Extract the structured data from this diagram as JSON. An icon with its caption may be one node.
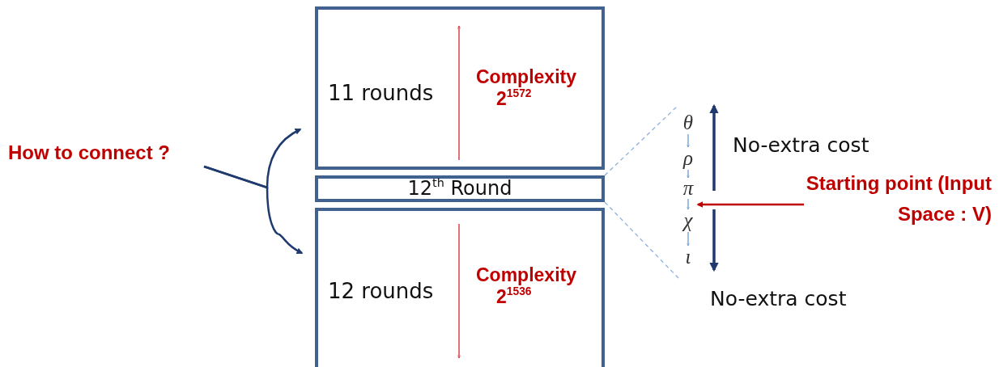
{
  "diagram": {
    "nodes": [
      {
        "text": [
          "How to connect ?"
        ]
      },
      {
        "text": [
          "11 rounds",
          "Complexity",
          "2$^{1572}$"
        ]
      },
      {
        "text": [
          "12$^{th}$ Round"
        ]
      },
      {
        "text": [
          "12 rounds",
          "Complexity",
          "2$^{1536}$"
        ]
      },
      {
        "text": [
          "Starting point (Input Space : V)"
        ]
      },
      {
        "text": [
          "θ"
        ]
      },
      {
        "text": [
          "ρ"
        ]
      },
      {
        "text": [
          "π"
        ]
      },
      {
        "text": [
          "χ"
        ]
      },
      {
        "text": [
          "ι"
        ]
      }
    ],
    "edges": [
      {
        "from": 0,
        "to": 1,
        "arrow": "to",
        "color": "#1f3a6e"
      },
      {
        "from": 0,
        "to": 3,
        "arrow": "to",
        "color": "#1f3a6e"
      },
      {
        "from": 4,
        "to": 7,
        "arrow": "to",
        "color": "#c00000"
      },
      {
        "from": 5,
        "to": 6,
        "arrow": "to"
      },
      {
        "from": 6,
        "to": 7,
        "arrow": "to"
      },
      {
        "from": 7,
        "to": 8,
        "arrow": "to"
      },
      {
        "from": 8,
        "to": 9,
        "arrow": "to"
      },
      {
        "from": 2,
        "to": 5,
        "arrow": "none",
        "style": "dashed",
        "color": "#8fb0dd"
      },
      {
        "from": 2,
        "to": 9,
        "arrow": "none",
        "style": "dashed",
        "color": "#8fb0dd"
      }
    ],
    "labels": [
      "No-extra cost",
      "No-extra cost"
    ]
  }
}
